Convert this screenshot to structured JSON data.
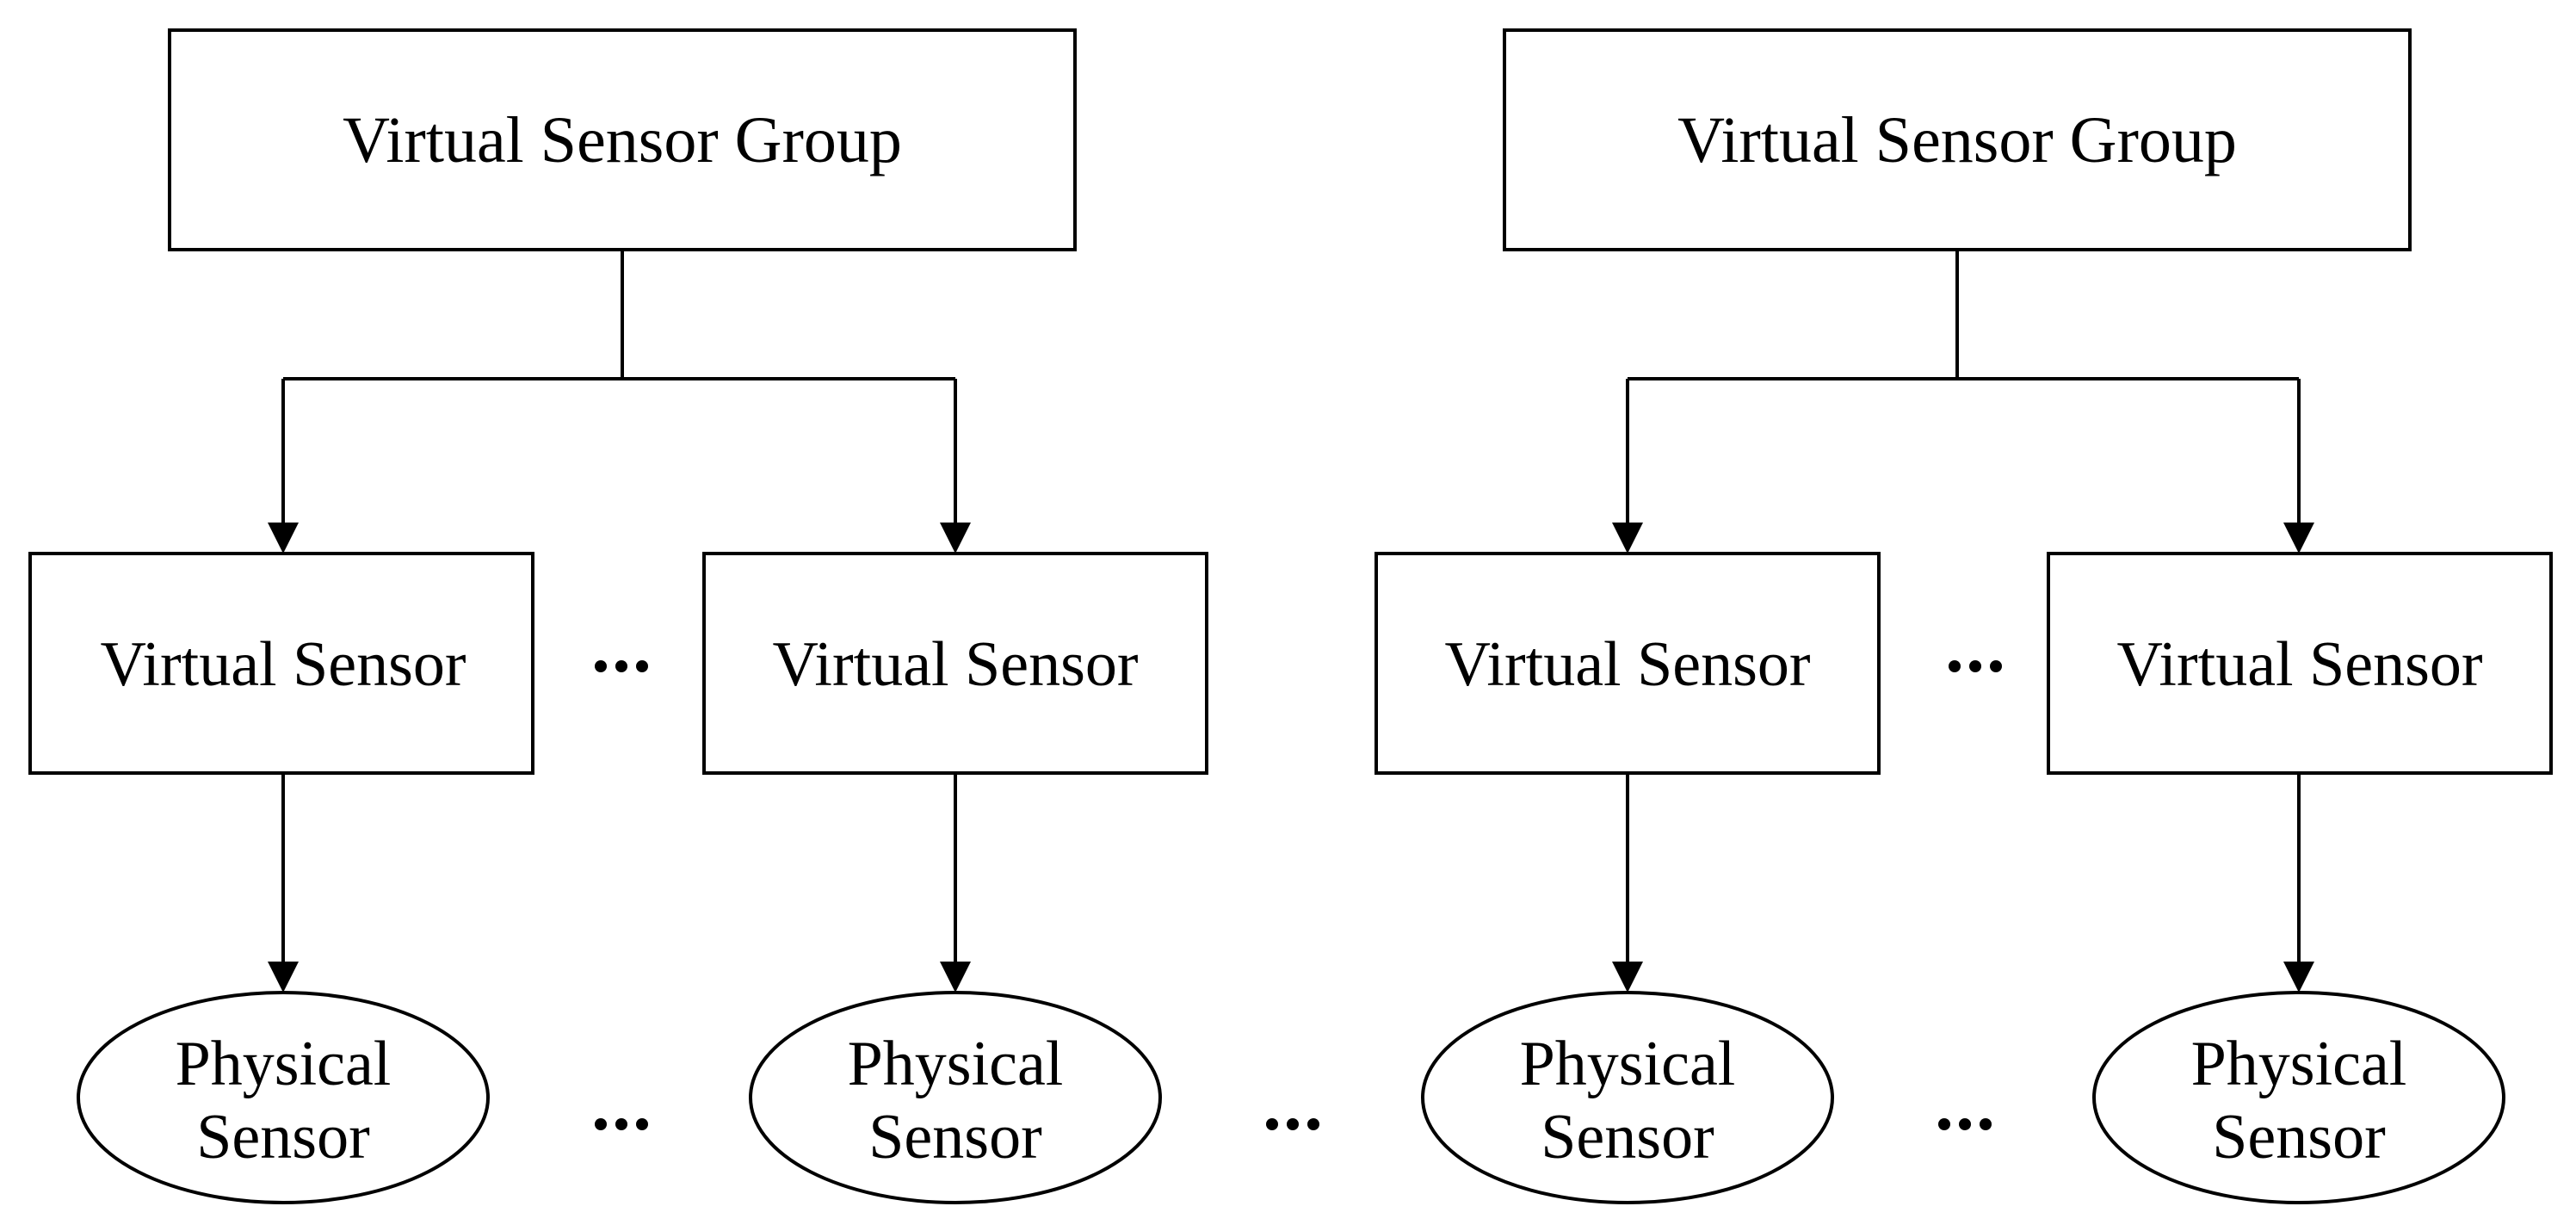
{
  "diagram": {
    "groups": [
      {
        "label": "Virtual Sensor Group",
        "virtual_sensors": [
          {
            "label": "Virtual Sensor",
            "physical_sensor": {
              "line1": "Physical",
              "line2": "Sensor"
            }
          },
          {
            "label": "Virtual Sensor",
            "physical_sensor": {
              "line1": "Physical",
              "line2": "Sensor"
            }
          }
        ]
      },
      {
        "label": "Virtual Sensor Group",
        "virtual_sensors": [
          {
            "label": "Virtual Sensor",
            "physical_sensor": {
              "line1": "Physical",
              "line2": "Sensor"
            }
          },
          {
            "label": "Virtual Sensor",
            "physical_sensor": {
              "line1": "Physical",
              "line2": "Sensor"
            }
          }
        ]
      }
    ],
    "colors": {
      "stroke": "#000000",
      "fill": "#ffffff",
      "text": "#000000"
    }
  }
}
